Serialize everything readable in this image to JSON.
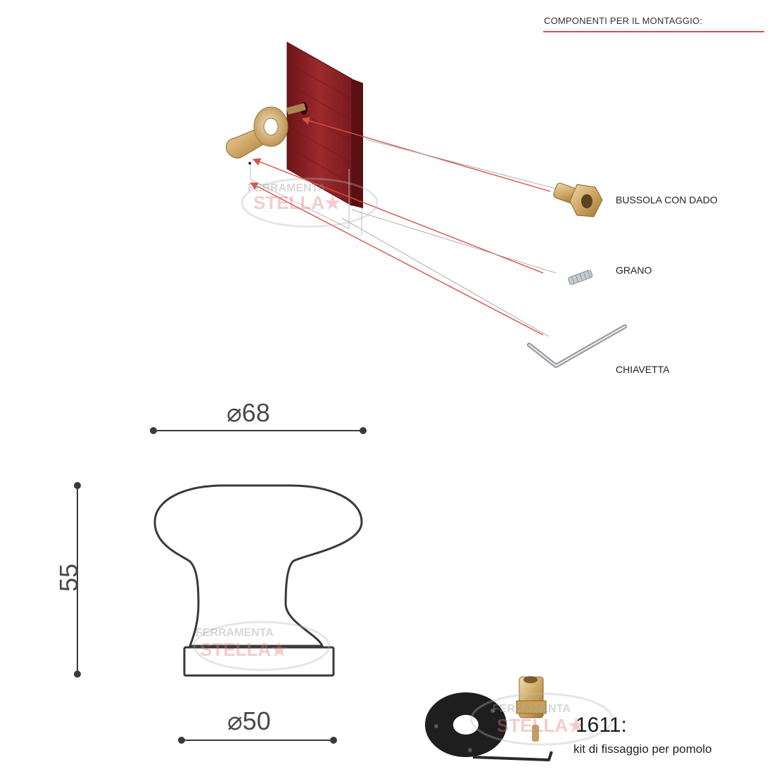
{
  "header": {
    "title": "COMPONENTI PER IL MONTAGGIO:"
  },
  "components": [
    {
      "label": "BUSSOLA CON DADO",
      "icon": "bushing-nut-icon"
    },
    {
      "label": "GRANO",
      "icon": "set-screw-icon"
    },
    {
      "label": "CHIAVETTA",
      "icon": "allen-key-icon"
    }
  ],
  "dimensions": {
    "top_diameter": "⌀68",
    "height": "55",
    "base_diameter": "⌀50"
  },
  "kit": {
    "code": "1611:",
    "description": "kit di fissaggio per pomolo"
  },
  "watermark": {
    "line1": "FERRAMENTA",
    "line2": "STELLA"
  },
  "colors": {
    "accent": "#d8514a",
    "wood": "#8e1f24",
    "brass": "#c9a25a",
    "outline": "#3a3a3a"
  }
}
